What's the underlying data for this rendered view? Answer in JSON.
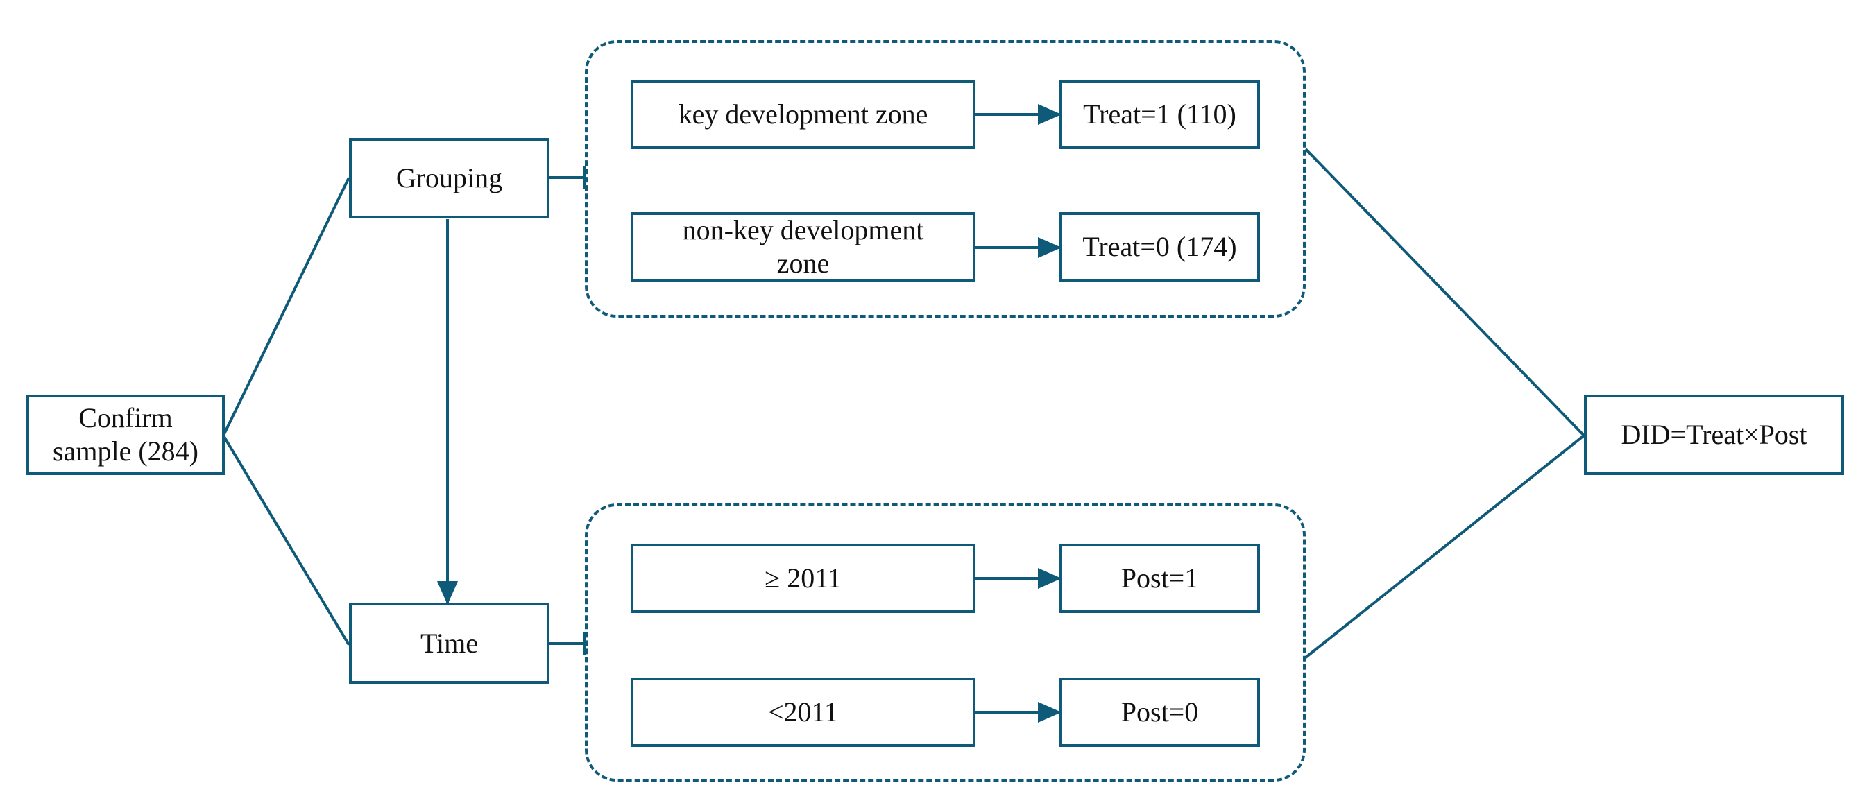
{
  "diagram": {
    "nodes": {
      "confirm_sample": "Confirm\nsample (284)",
      "grouping": "Grouping",
      "time": "Time",
      "key_zone": "key development zone",
      "non_key_zone": "non-key development\nzone",
      "treat_1": "Treat=1 (110)",
      "treat_0": "Treat=0 (174)",
      "after_2011": "≥ 2011",
      "before_2011": "<2011",
      "post_1": "Post=1",
      "post_0": "Post=0",
      "did": "DID=Treat×Post"
    },
    "colors": {
      "stroke": "#0e5a78",
      "text": "#111111",
      "background": "#ffffff"
    }
  }
}
